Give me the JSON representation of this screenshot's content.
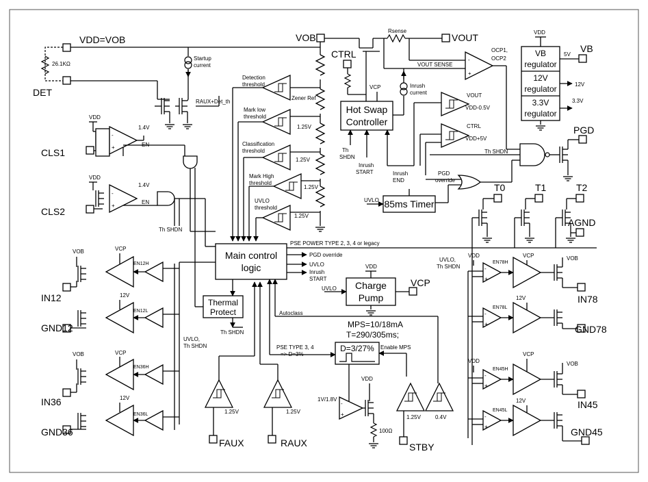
{
  "pins": {
    "vdd_vob": "VDD=VOB",
    "det": "DET",
    "cls1": "CLS1",
    "cls2": "CLS2",
    "in12": "IN12",
    "gnd12": "GND12",
    "in36": "IN36",
    "gnd36": "GND36",
    "vob": "VOB",
    "ctrl": "CTRL",
    "vout": "VOUT",
    "vb": "VB",
    "pgd": "PGD",
    "t0": "T0",
    "t1": "T1",
    "t2": "T2",
    "agnd": "AGND",
    "vcp": "VCP",
    "in78": "IN78",
    "gnd78": "GND78",
    "in45": "IN45",
    "gnd45": "GND45",
    "faux": "FAUX",
    "raux": "RAUX",
    "stby": "STBY"
  },
  "labels": {
    "res_26k": "26.1KΩ",
    "startup_current": [
      "Startup",
      "current"
    ],
    "raux_det": "RAUX+Det_th",
    "vdd": "VDD",
    "vob_small": "VOB",
    "vcp_small": "VCP",
    "v12": "12V",
    "v14": "1.4V",
    "en": "EN",
    "th_shdn": "Th SHDN",
    "detection_threshold": [
      "Detection",
      "threshold"
    ],
    "zener_ref": "Zener Ref",
    "mark_low_threshold": [
      "Mark low",
      "threshold"
    ],
    "classification_threshold": [
      "Classification",
      "threshold"
    ],
    "mark_high_threshold": [
      "Mark High",
      "threshold"
    ],
    "uvlo_threshold": [
      "UVLO",
      "threshold"
    ],
    "v125": "1.25V",
    "rsense": "Rsense",
    "inrush_current": [
      "Inrush",
      "current"
    ],
    "vout_sense": "VOUT SENSE",
    "ocp": [
      "OCP1,",
      "OCP2"
    ],
    "vout_small": "VOUT",
    "vdd_minus": "VDD-0.5V",
    "ctrl_small": "CTRL",
    "vdd_plus": "VDD+5V",
    "th_shdn_hs": [
      "Th",
      "SHDN"
    ],
    "inrush_start": [
      "Inrush",
      "START"
    ],
    "inrush_end": [
      "Inrush",
      "END"
    ],
    "pgd_override": [
      "PGD",
      "override"
    ],
    "uvlo": "UVLO",
    "v5": "5V",
    "v33": "3.3V",
    "pse_power_type": "PSE POWER TYPE 2, 3, 4 or legacy",
    "pgd_override_out": "PGD override",
    "uvlo_out": "UVLO",
    "inrush_out": [
      "Inrush",
      "START"
    ],
    "uvlo_th_shdn": [
      "UVLO,",
      "Th SHDN"
    ],
    "autoclass": "Autoclass",
    "mps": [
      "MPS=10/18mA",
      "T=290/305ms;"
    ],
    "duty": "D=3/27%",
    "enable_mps": "Enable MPS",
    "pse_type34": [
      "PSE TYPE 3, 4",
      "=> D=3%"
    ],
    "v1_18": "1V/1.8V",
    "r100": "100Ω",
    "v04": "0.4V",
    "en12h": "EN12H",
    "en12l": "EN12L",
    "en36h": "EN36H",
    "en36l": "EN36L",
    "en78h": "EN78H",
    "en78l": "EN78L",
    "en45h": "EN45H",
    "en45l": "EN45L",
    "plus": "+",
    "minus": "-"
  },
  "blocks": {
    "main_logic": [
      "Main control",
      "logic"
    ],
    "hot_swap": [
      "Hot Swap",
      "Controller"
    ],
    "timer": "85ms Timer",
    "charge_pump": [
      "Charge",
      "Pump"
    ],
    "thermal": [
      "Thermal",
      "Protect"
    ],
    "vb_reg": [
      "VB",
      "regulator"
    ],
    "reg12": [
      "12V",
      "regulator"
    ],
    "reg33": [
      "3.3V",
      "regulator"
    ]
  }
}
